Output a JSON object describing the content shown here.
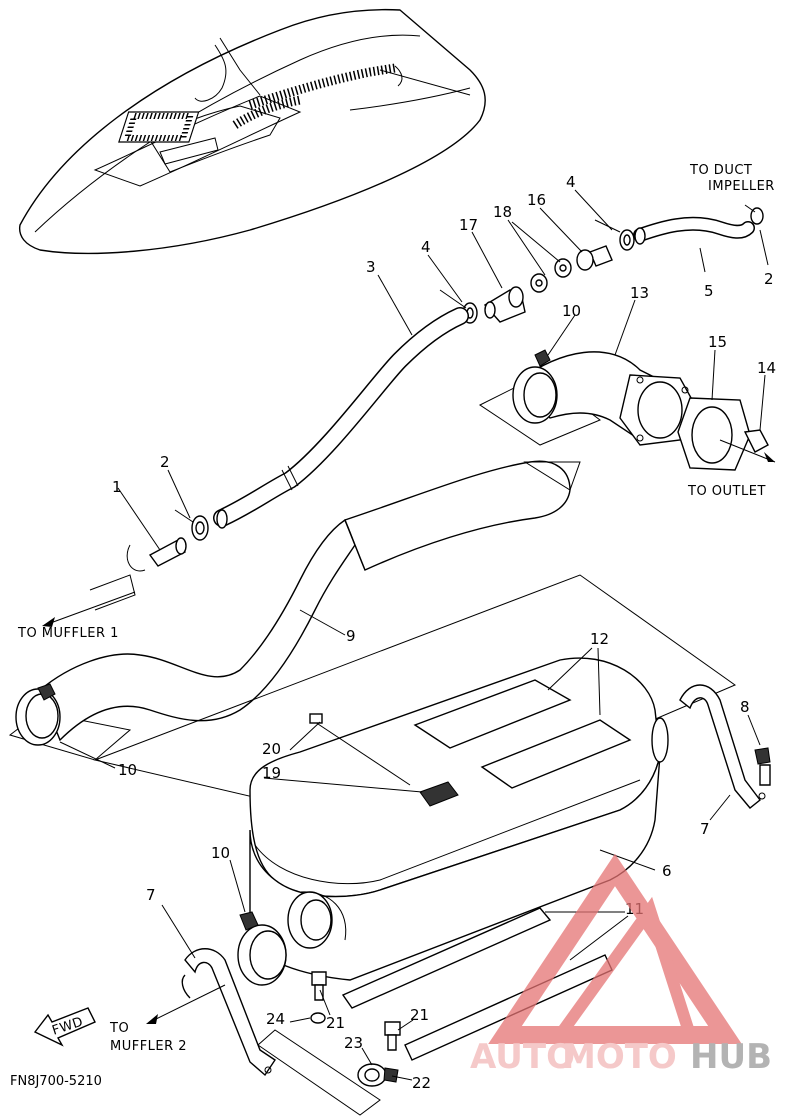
{
  "part_labels": {
    "p1": "1",
    "p2a": "2",
    "p2b": "2",
    "p3": "3",
    "p4a": "4",
    "p4b": "4",
    "p5": "5",
    "p6": "6",
    "p7a": "7",
    "p7b": "7",
    "p8": "8",
    "p9": "9",
    "p10a": "10",
    "p10b": "10",
    "p10c": "10",
    "p11": "11",
    "p12": "12",
    "p13": "13",
    "p14": "14",
    "p15": "15",
    "p16": "16",
    "p17": "17",
    "p18": "18",
    "p19": "19",
    "p20": "20",
    "p21a": "21",
    "p21b": "21",
    "p22": "22",
    "p23": "23",
    "p24": "24"
  },
  "notes": {
    "to_duct": "TO DUCT",
    "impeller": "IMPELLER",
    "to_outlet": "TO OUTLET",
    "to_muffler1": "TO MUFFLER 1",
    "to": "TO",
    "muffler2": "MUFFLER 2",
    "fwd": "FWD"
  },
  "diagram_code": "FN8J700-5210",
  "watermark": {
    "part1": "AUTO",
    "part2": "MOTO",
    "part3": "HUB",
    "color_light": "#f2b8b8",
    "color_dark": "#9a9a9a",
    "color_red": "#e57373"
  }
}
